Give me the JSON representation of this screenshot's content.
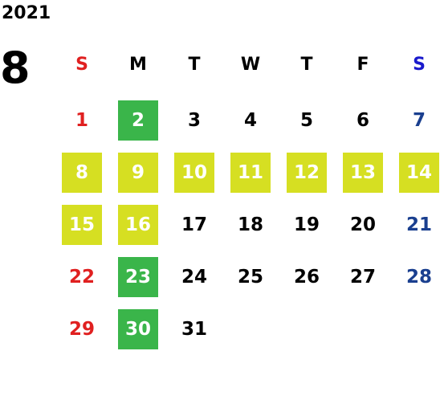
{
  "year": "2021",
  "month": "8",
  "colors": {
    "sunday": "#e02020",
    "saturday_header": "#1a1acc",
    "saturday": "#1a3f8f",
    "weekday": "#000000",
    "highlight_yellow": "#d6df22",
    "highlight_green": "#3ab54a",
    "highlight_text": "#ffffff"
  },
  "weekdays": [
    "S",
    "M",
    "T",
    "W",
    "T",
    "F",
    "S"
  ],
  "weeks": [
    [
      {
        "d": "1"
      },
      {
        "d": "2",
        "h": "green"
      },
      {
        "d": "3"
      },
      {
        "d": "4"
      },
      {
        "d": "5"
      },
      {
        "d": "6"
      },
      {
        "d": "7"
      }
    ],
    [
      {
        "d": "8",
        "h": "yellow"
      },
      {
        "d": "9",
        "h": "yellow"
      },
      {
        "d": "10",
        "h": "yellow"
      },
      {
        "d": "11",
        "h": "yellow"
      },
      {
        "d": "12",
        "h": "yellow"
      },
      {
        "d": "13",
        "h": "yellow"
      },
      {
        "d": "14",
        "h": "yellow"
      }
    ],
    [
      {
        "d": "15",
        "h": "yellow"
      },
      {
        "d": "16",
        "h": "yellow"
      },
      {
        "d": "17"
      },
      {
        "d": "18"
      },
      {
        "d": "19"
      },
      {
        "d": "20"
      },
      {
        "d": "21"
      }
    ],
    [
      {
        "d": "22"
      },
      {
        "d": "23",
        "h": "green"
      },
      {
        "d": "24"
      },
      {
        "d": "25"
      },
      {
        "d": "26"
      },
      {
        "d": "27"
      },
      {
        "d": "28"
      }
    ],
    [
      {
        "d": "29"
      },
      {
        "d": "30",
        "h": "green"
      },
      {
        "d": "31"
      }
    ]
  ]
}
